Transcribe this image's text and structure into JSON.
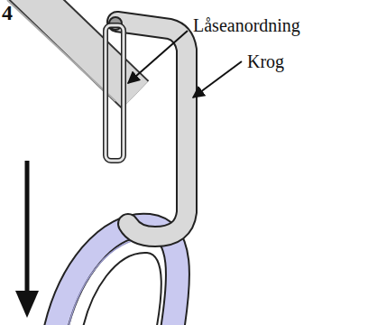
{
  "diagram": {
    "labels": [
      "4",
      "Låseanordning",
      "Krog"
    ]
  }
}
